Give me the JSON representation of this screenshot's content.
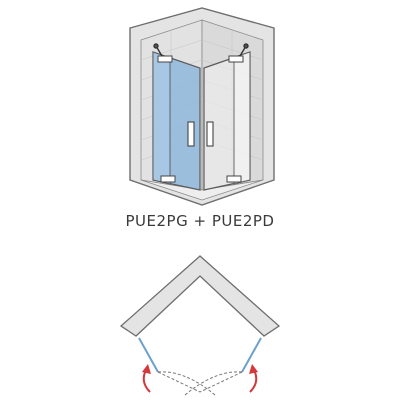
{
  "product": {
    "model_label": "PUE2PG + PUE2PD"
  },
  "colors": {
    "wall_outline": "#6e6e6e",
    "wall_face": "#e4e4e4",
    "wall_grout": "#c8c8c8",
    "floor": "#e6e6e6",
    "glass_highlight": "#8eb7dc",
    "glass_frame": "#5a5a5a",
    "glass_plan_line": "#6ea0cc",
    "swing_arrow": "#d2383c"
  },
  "icons": {
    "perspective_view": "shower-enclosure-perspective",
    "plan_view": "shower-enclosure-floor-plan",
    "hinges": "hinge-icon",
    "handles": "door-handle-icon",
    "swing_arrows": "curved-arrow-icon"
  }
}
